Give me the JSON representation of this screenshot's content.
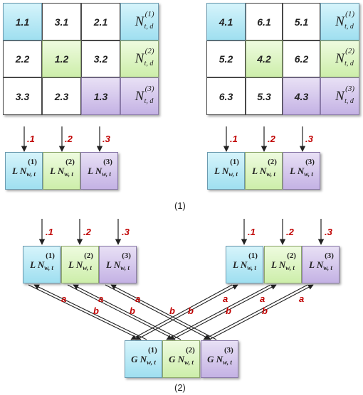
{
  "part1": {
    "left_matrix": {
      "rows": [
        [
          "1.1",
          "3.1",
          "2.1"
        ],
        [
          "2.2",
          "1.2",
          "3.2"
        ],
        [
          "3.3",
          "2.3",
          "1.3"
        ]
      ],
      "n_labels": [
        {
          "base": "N",
          "sup": "(1)",
          "sub": "t, d"
        },
        {
          "base": "N",
          "sup": "(2)",
          "sub": "t, d"
        },
        {
          "base": "N",
          "sup": "(3)",
          "sub": "t, d"
        }
      ]
    },
    "right_matrix": {
      "rows": [
        [
          "4.1",
          "6.1",
          "5.1"
        ],
        [
          "5.2",
          "4.2",
          "6.2"
        ],
        [
          "6.3",
          "5.3",
          "4.3"
        ]
      ],
      "n_labels": [
        {
          "base": "N",
          "sup": "(1)",
          "sub": "t, d"
        },
        {
          "base": "N",
          "sup": "(2)",
          "sub": "t, d"
        },
        {
          "base": "N",
          "sup": "(3)",
          "sub": "t, d"
        }
      ]
    },
    "arrow_labels": [
      ".1",
      ".2",
      ".3"
    ],
    "ln_boxes": [
      {
        "prefix": "L N",
        "sub": "w, t",
        "sup": "(1)"
      },
      {
        "prefix": "L N",
        "sub": "w, t",
        "sup": "(2)"
      },
      {
        "prefix": "L N",
        "sub": "w, t",
        "sup": "(3)"
      }
    ],
    "caption": "(1)"
  },
  "part2": {
    "arrow_labels": [
      ".1",
      ".2",
      ".3"
    ],
    "ln_boxes": [
      {
        "prefix": "L N",
        "sub": "w, t",
        "sup": "(1)"
      },
      {
        "prefix": "L N",
        "sub": "w, t",
        "sup": "(2)"
      },
      {
        "prefix": "L N",
        "sub": "w, t",
        "sup": "(3)"
      }
    ],
    "gn_boxes": [
      {
        "prefix": "G N",
        "sub": "w, t",
        "sup": "(1)"
      },
      {
        "prefix": "G N",
        "sub": "w, t",
        "sup": "(2)"
      },
      {
        "prefix": "G N",
        "sub": "w, t",
        "sup": "(3)"
      }
    ],
    "edge_labels": {
      "a": "a",
      "b": "b"
    },
    "caption": "(2)"
  },
  "colors": {
    "blue": "#9fdff0",
    "green": "#cdeeaa",
    "purple": "#c4b2e4",
    "label_red": "#c00000",
    "line": "#222222"
  }
}
